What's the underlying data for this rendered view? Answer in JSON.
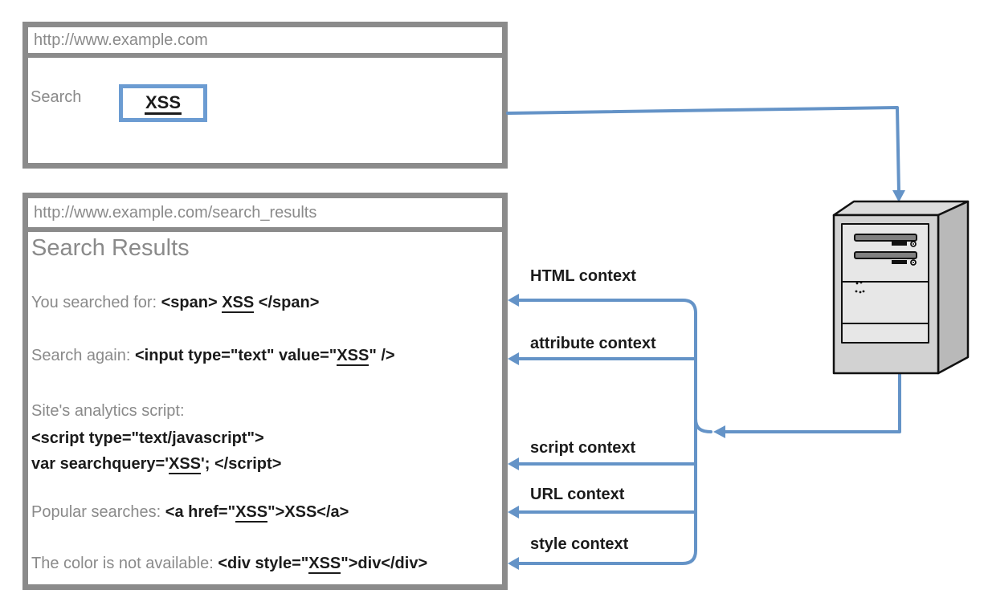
{
  "colors": {
    "arrow_blue": "#6493C7",
    "input_border_blue": "#6C9CD2",
    "window_border_gray": "#8B8B8B",
    "gray_text": "#8A8A8A",
    "code_text_black": "#1B1B1B"
  },
  "browser1": {
    "url": "http://www.example.com",
    "search_label": "Search",
    "search_value": "XSS"
  },
  "browser2": {
    "url": "http://www.example.com/search_results",
    "title": "Search Results",
    "lines": [
      {
        "prefix": "You searched for: ",
        "before": "<span> ",
        "xss": "XSS",
        "after": " </span>"
      },
      {
        "prefix": "Search again: ",
        "before": "<input type=\"text\" value=\"",
        "xss": "XSS",
        "after": "\" />"
      },
      {
        "prefix": "Site's analytics script:",
        "before": "",
        "xss": "",
        "after": ""
      },
      {
        "prefix": "",
        "before": "<script type=\"text/javascript\">",
        "xss": "",
        "after": ""
      },
      {
        "prefix": "",
        "before": "var searchquery='",
        "xss": "XSS",
        "after": "'; </script>"
      },
      {
        "prefix": "Popular searches: ",
        "before": "<a href=\"",
        "xss": "XSS",
        "after": "\">XSS</a>"
      },
      {
        "prefix": "The color is not available: ",
        "before": "<div style=\"",
        "xss": "XSS",
        "after": "\">div</div>"
      }
    ]
  },
  "contexts": [
    {
      "label": "HTML context"
    },
    {
      "label": "attribute context"
    },
    {
      "label": "script context"
    },
    {
      "label": "URL context"
    },
    {
      "label": "style context"
    }
  ],
  "server": {
    "icon": "server-tower-icon"
  }
}
